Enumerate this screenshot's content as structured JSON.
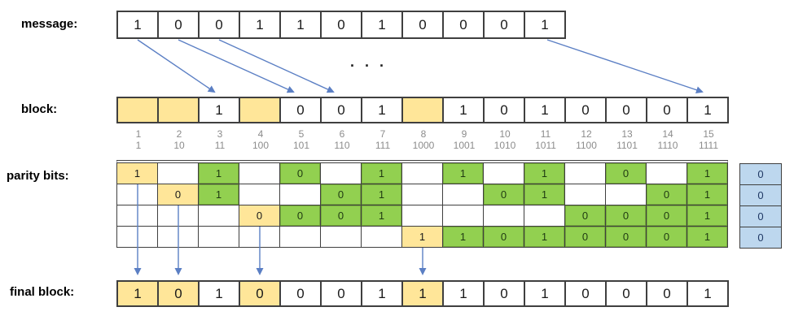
{
  "labels": {
    "message": "message:",
    "block": "block:",
    "parity": "parity bits:",
    "final": "final block:"
  },
  "ellipsis": ". . .",
  "message": {
    "bits": [
      "1",
      "0",
      "0",
      "1",
      "1",
      "0",
      "1",
      "0",
      "0",
      "0",
      "1"
    ]
  },
  "block": {
    "cells": [
      {
        "t": "y",
        "v": ""
      },
      {
        "t": "y",
        "v": ""
      },
      {
        "t": "w",
        "v": "1"
      },
      {
        "t": "y",
        "v": ""
      },
      {
        "t": "w",
        "v": "0"
      },
      {
        "t": "w",
        "v": "0"
      },
      {
        "t": "w",
        "v": "1"
      },
      {
        "t": "y",
        "v": ""
      },
      {
        "t": "w",
        "v": "1"
      },
      {
        "t": "w",
        "v": "0"
      },
      {
        "t": "w",
        "v": "1"
      },
      {
        "t": "w",
        "v": "0"
      },
      {
        "t": "w",
        "v": "0"
      },
      {
        "t": "w",
        "v": "0"
      },
      {
        "t": "w",
        "v": "1"
      }
    ]
  },
  "index": {
    "positions": [
      {
        "dec": "1",
        "bin": "1"
      },
      {
        "dec": "2",
        "bin": "10"
      },
      {
        "dec": "3",
        "bin": "11"
      },
      {
        "dec": "4",
        "bin": "100"
      },
      {
        "dec": "5",
        "bin": "101"
      },
      {
        "dec": "6",
        "bin": "110"
      },
      {
        "dec": "7",
        "bin": "111"
      },
      {
        "dec": "8",
        "bin": "1000"
      },
      {
        "dec": "9",
        "bin": "1001"
      },
      {
        "dec": "10",
        "bin": "1010"
      },
      {
        "dec": "11",
        "bin": "1011"
      },
      {
        "dec": "12",
        "bin": "1100"
      },
      {
        "dec": "13",
        "bin": "1101"
      },
      {
        "dec": "14",
        "bin": "1110"
      },
      {
        "dec": "15",
        "bin": "1111"
      }
    ]
  },
  "parity": {
    "rows": [
      {
        "cells": [
          {
            "t": "y",
            "v": "1"
          },
          {
            "t": "w",
            "v": ""
          },
          {
            "t": "g",
            "v": "1"
          },
          {
            "t": "w",
            "v": ""
          },
          {
            "t": "g",
            "v": "0"
          },
          {
            "t": "w",
            "v": ""
          },
          {
            "t": "g",
            "v": "1"
          },
          {
            "t": "w",
            "v": ""
          },
          {
            "t": "g",
            "v": "1"
          },
          {
            "t": "w",
            "v": ""
          },
          {
            "t": "g",
            "v": "1"
          },
          {
            "t": "w",
            "v": ""
          },
          {
            "t": "g",
            "v": "0"
          },
          {
            "t": "w",
            "v": ""
          },
          {
            "t": "g",
            "v": "1"
          }
        ],
        "check": "0"
      },
      {
        "cells": [
          {
            "t": "w",
            "v": ""
          },
          {
            "t": "y",
            "v": "0"
          },
          {
            "t": "g",
            "v": "1"
          },
          {
            "t": "w",
            "v": ""
          },
          {
            "t": "w",
            "v": ""
          },
          {
            "t": "g",
            "v": "0"
          },
          {
            "t": "g",
            "v": "1"
          },
          {
            "t": "w",
            "v": ""
          },
          {
            "t": "w",
            "v": ""
          },
          {
            "t": "g",
            "v": "0"
          },
          {
            "t": "g",
            "v": "1"
          },
          {
            "t": "w",
            "v": ""
          },
          {
            "t": "w",
            "v": ""
          },
          {
            "t": "g",
            "v": "0"
          },
          {
            "t": "g",
            "v": "1"
          }
        ],
        "check": "0"
      },
      {
        "cells": [
          {
            "t": "w",
            "v": ""
          },
          {
            "t": "w",
            "v": ""
          },
          {
            "t": "w",
            "v": ""
          },
          {
            "t": "y",
            "v": "0"
          },
          {
            "t": "g",
            "v": "0"
          },
          {
            "t": "g",
            "v": "0"
          },
          {
            "t": "g",
            "v": "1"
          },
          {
            "t": "w",
            "v": ""
          },
          {
            "t": "w",
            "v": ""
          },
          {
            "t": "w",
            "v": ""
          },
          {
            "t": "w",
            "v": ""
          },
          {
            "t": "g",
            "v": "0"
          },
          {
            "t": "g",
            "v": "0"
          },
          {
            "t": "g",
            "v": "0"
          },
          {
            "t": "g",
            "v": "1"
          }
        ],
        "check": "0"
      },
      {
        "cells": [
          {
            "t": "w",
            "v": ""
          },
          {
            "t": "w",
            "v": ""
          },
          {
            "t": "w",
            "v": ""
          },
          {
            "t": "w",
            "v": ""
          },
          {
            "t": "w",
            "v": ""
          },
          {
            "t": "w",
            "v": ""
          },
          {
            "t": "w",
            "v": ""
          },
          {
            "t": "y",
            "v": "1"
          },
          {
            "t": "g",
            "v": "1"
          },
          {
            "t": "g",
            "v": "0"
          },
          {
            "t": "g",
            "v": "1"
          },
          {
            "t": "g",
            "v": "0"
          },
          {
            "t": "g",
            "v": "0"
          },
          {
            "t": "g",
            "v": "0"
          },
          {
            "t": "g",
            "v": "1"
          }
        ],
        "check": "0"
      }
    ]
  },
  "final": {
    "cells": [
      {
        "t": "y",
        "v": "1"
      },
      {
        "t": "y",
        "v": "0"
      },
      {
        "t": "w",
        "v": "1"
      },
      {
        "t": "y",
        "v": "0"
      },
      {
        "t": "w",
        "v": "0"
      },
      {
        "t": "w",
        "v": "0"
      },
      {
        "t": "w",
        "v": "1"
      },
      {
        "t": "y",
        "v": "1"
      },
      {
        "t": "w",
        "v": "1"
      },
      {
        "t": "w",
        "v": "0"
      },
      {
        "t": "w",
        "v": "1"
      },
      {
        "t": "w",
        "v": "0"
      },
      {
        "t": "w",
        "v": "0"
      },
      {
        "t": "w",
        "v": "0"
      },
      {
        "t": "w",
        "v": "1"
      }
    ]
  },
  "arrows": {
    "message_to_block": [
      [
        1,
        3
      ],
      [
        2,
        5
      ],
      [
        3,
        6
      ],
      [
        11,
        15
      ]
    ],
    "parity_to_final": [
      1,
      2,
      4,
      8
    ]
  },
  "colors": {
    "parity_position_fill": "#ffe699",
    "coverage_fill": "#92d050",
    "check_fill": "#bdd7ee",
    "arrow_stroke": "#5b7fc4",
    "index_text": "#8c8c8c",
    "border": "#3f3f3f"
  }
}
